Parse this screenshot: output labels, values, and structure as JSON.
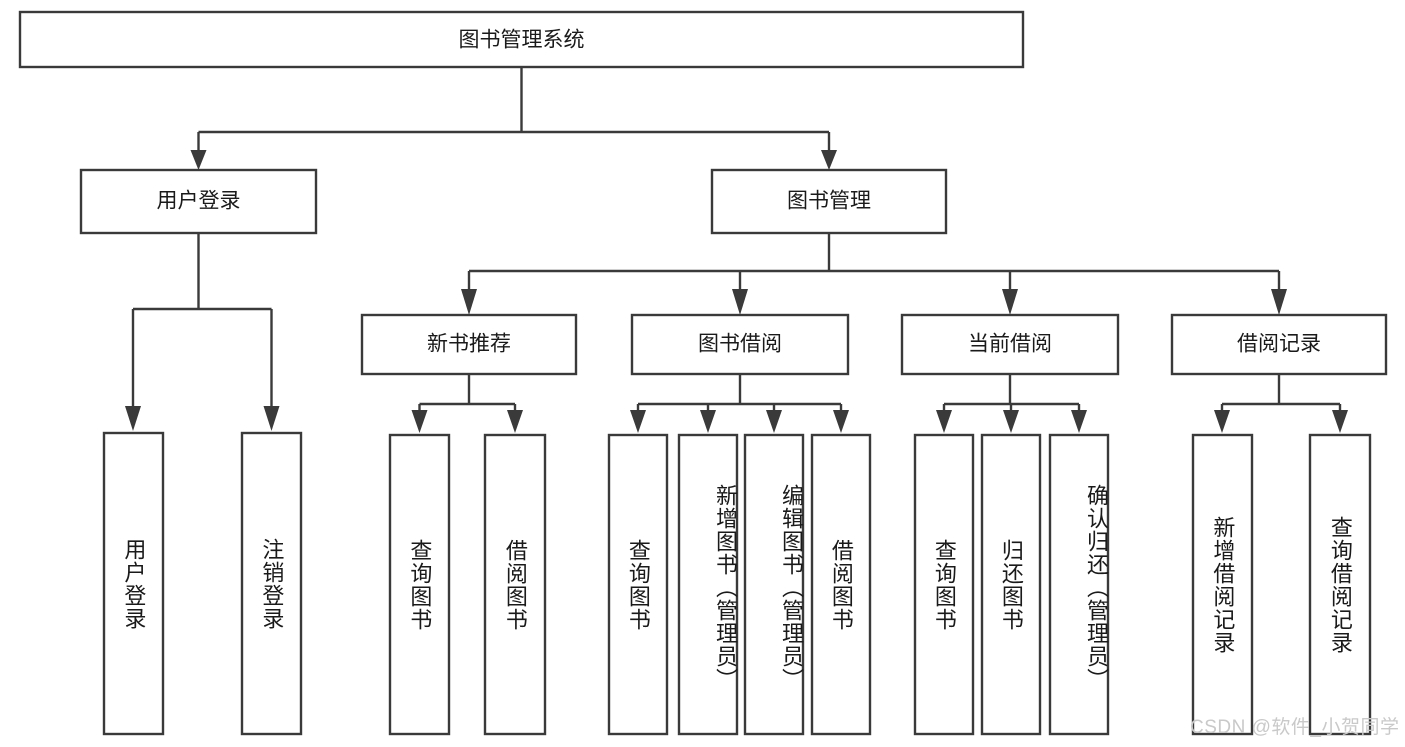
{
  "diagram": {
    "type": "tree",
    "title": "图书管理系统",
    "watermark": "CSDN @软件_小贺同学",
    "colors": {
      "box_stroke": "#3a3a3a",
      "box_fill": "#ffffff",
      "text": "#1a1a1a",
      "canvas": "#ffffff",
      "watermark": "#c9c9c9"
    },
    "root": {
      "label": "图书管理系统"
    },
    "level1": [
      {
        "label": "用户登录"
      },
      {
        "label": "图书管理"
      }
    ],
    "level2": [
      {
        "label": "新书推荐"
      },
      {
        "label": "图书借阅"
      },
      {
        "label": "当前借阅"
      },
      {
        "label": "借阅记录"
      }
    ],
    "leaves": {
      "user_login": [
        {
          "label": "用户登录"
        },
        {
          "label": "注销登录"
        }
      ],
      "new_book_rec": [
        {
          "label": "查询图书"
        },
        {
          "label": "借阅图书"
        }
      ],
      "book_borrow": [
        {
          "label": "查询图书"
        },
        {
          "label": "新增图书（管理员）"
        },
        {
          "label": "编辑图书（管理员）"
        },
        {
          "label": "借阅图书"
        }
      ],
      "current_borrow": [
        {
          "label": "查询图书"
        },
        {
          "label": "归还图书"
        },
        {
          "label": "确认归还（管理员）"
        }
      ],
      "borrow_record": [
        {
          "label": "新增借阅记录"
        },
        {
          "label": "查询借阅记录"
        }
      ]
    }
  }
}
